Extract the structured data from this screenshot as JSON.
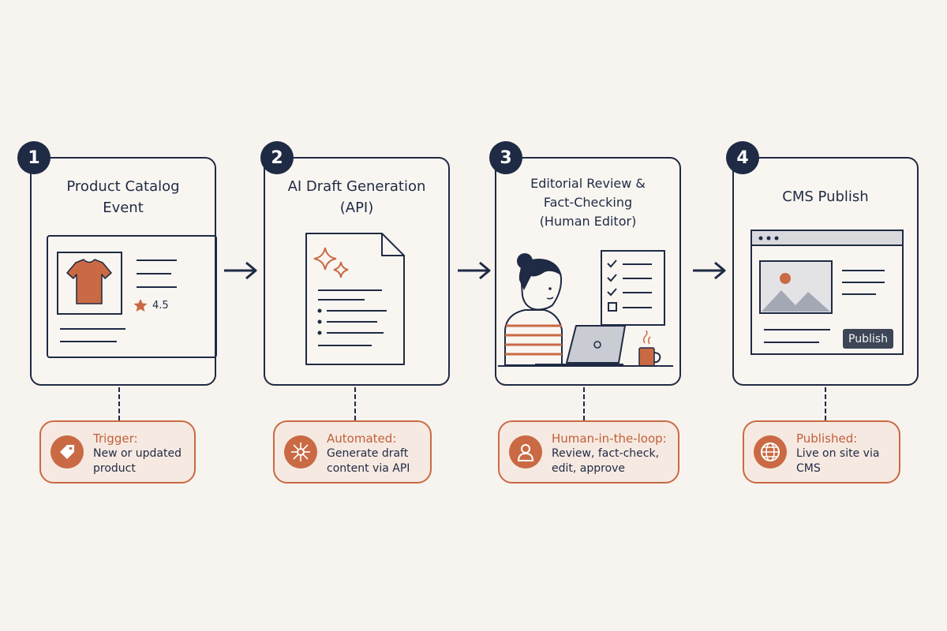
{
  "steps": [
    {
      "number": "1",
      "title_lines": [
        "Product Catalog",
        "Event"
      ],
      "art": "product-card",
      "rating": "4.5",
      "note": {
        "title": "Trigger:",
        "body_lines": [
          "New or updated",
          "product"
        ],
        "icon": "tag-icon"
      }
    },
    {
      "number": "2",
      "title_lines": [
        "AI Draft Generation",
        "(API)"
      ],
      "art": "document-sparkles",
      "note": {
        "title": "Automated:",
        "body_lines": [
          "Generate draft",
          "content via API"
        ],
        "icon": "circuit-icon"
      }
    },
    {
      "number": "3",
      "title_lines": [
        "Editorial Review &",
        "Fact-Checking",
        "(Human Editor)"
      ],
      "art": "editor-at-laptop",
      "note": {
        "title": "Human-in-the-loop:",
        "body_lines": [
          "Review, fact-check,",
          "edit, approve"
        ],
        "icon": "person-icon"
      }
    },
    {
      "number": "4",
      "title_lines": [
        "CMS Publish"
      ],
      "art": "browser-window",
      "publish_label": "Publish",
      "note": {
        "title": "Published:",
        "body_lines": [
          "Live on site via",
          "CMS"
        ],
        "icon": "globe-icon"
      }
    }
  ],
  "colors": {
    "ink": "#1f2a44",
    "accent": "#c96a44",
    "note_fill": "#f6e9e1",
    "background": "#f7f3ee"
  }
}
